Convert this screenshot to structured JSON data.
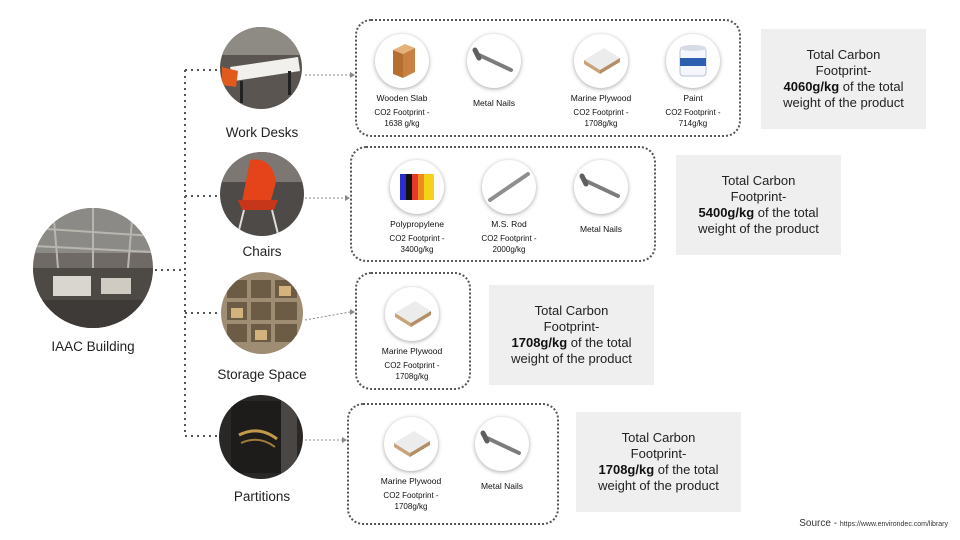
{
  "root": {
    "label": "IAAC Building"
  },
  "categories": [
    {
      "label": "Work Desks",
      "materials": [
        {
          "name": "Wooden Slab",
          "footprint": "CO2 Footprint -\n1638 g/kg",
          "icon": "wooden-slab-icon"
        },
        {
          "name": "Metal Nails",
          "footprint": "",
          "icon": "metal-nails-icon"
        },
        {
          "name": "Marine Plywood",
          "footprint": "CO2 Footprint -\n1708g/kg",
          "icon": "marine-plywood-icon"
        },
        {
          "name": "Paint",
          "footprint": "CO2 Footprint -\n714g/kg",
          "icon": "paint-bucket-icon"
        }
      ],
      "summary": {
        "prefix": "Total Carbon\nFootprint-",
        "value": "4060g/kg",
        "suffix": "of the total\nweight of the product"
      }
    },
    {
      "label": "Chairs",
      "materials": [
        {
          "name": "Polypropylene",
          "footprint": "CO2 Footprint -\n3400g/kg",
          "icon": "polypropylene-sheets-icon"
        },
        {
          "name": "M.S. Rod",
          "footprint": "CO2 Footprint -\n2000g/kg",
          "icon": "ms-rod-icon"
        },
        {
          "name": "Metal Nails",
          "footprint": "",
          "icon": "metal-nails-icon"
        }
      ],
      "summary": {
        "prefix": "Total Carbon\nFootprint-",
        "value": "5400g/kg",
        "suffix": "of the total\nweight of the product"
      }
    },
    {
      "label": "Storage Space",
      "materials": [
        {
          "name": "Marine Plywood",
          "footprint": "CO2 Footprint -\n1708g/kg",
          "icon": "marine-plywood-icon"
        }
      ],
      "summary": {
        "prefix": "Total Carbon\nFootprint-",
        "value": "1708g/kg",
        "suffix": "of the total\nweight of the product"
      }
    },
    {
      "label": "Partitions",
      "materials": [
        {
          "name": "Marine Plywood",
          "footprint": "CO2 Footprint -\n1708g/kg",
          "icon": "marine-plywood-icon"
        },
        {
          "name": "Metal Nails",
          "footprint": "",
          "icon": "metal-nails-icon"
        }
      ],
      "summary": {
        "prefix": "Total Carbon\nFootprint-",
        "value": "1708g/kg",
        "suffix": "of the total\nweight of the product"
      }
    }
  ],
  "source": {
    "label": "Source -",
    "url": "https://www.environdec.com/library"
  }
}
